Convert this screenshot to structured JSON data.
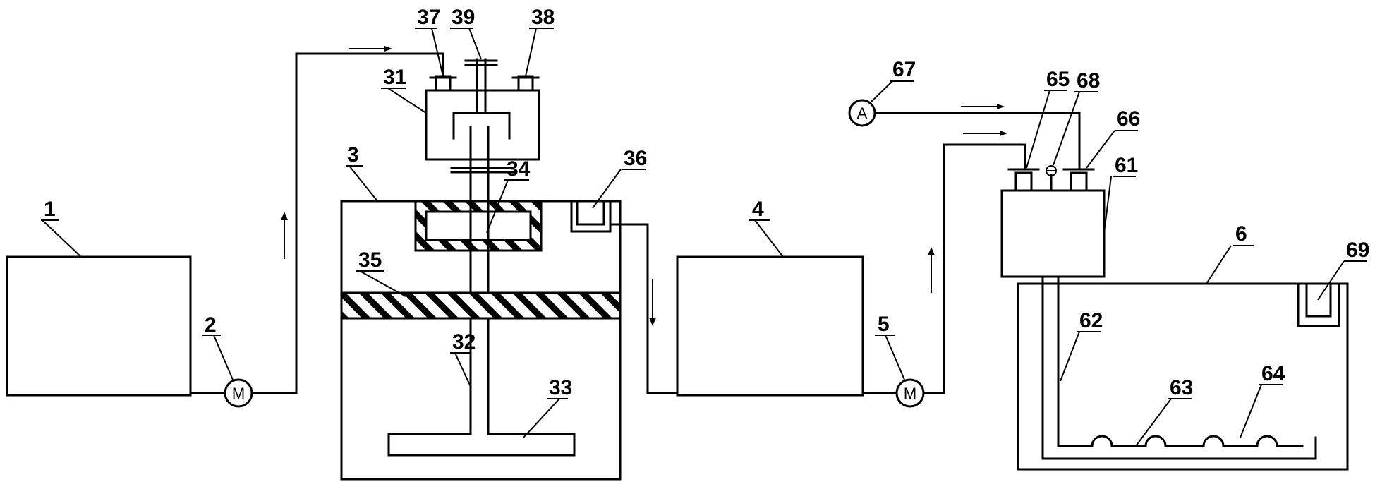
{
  "labels": {
    "l1": "1",
    "l2": "2",
    "l3": "3",
    "l4": "4",
    "l5": "5",
    "l6": "6",
    "l31": "31",
    "l32": "32",
    "l33": "33",
    "l34": "34",
    "l35": "35",
    "l36": "36",
    "l37": "37",
    "l38": "38",
    "l39": "39",
    "l61": "61",
    "l62": "62",
    "l63": "63",
    "l64": "64",
    "l65": "65",
    "l66": "66",
    "l67": "67",
    "l68": "68",
    "l69": "69"
  },
  "symbols": {
    "motor": "M",
    "ammeter": "A"
  }
}
